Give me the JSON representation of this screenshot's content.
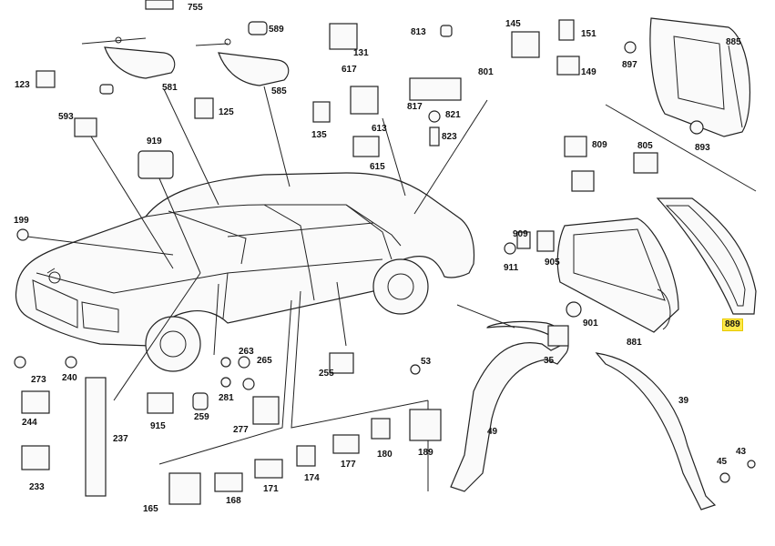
{
  "labels": {
    "l755": "755",
    "l589": "589",
    "l813": "813",
    "l145": "145",
    "l151": "151",
    "l885": "885",
    "l131": "131",
    "l897": "897",
    "l801": "801",
    "l149": "149",
    "l617": "617",
    "l123": "123",
    "l581": "581",
    "l585": "585",
    "l125": "125",
    "l817": "817",
    "l821": "821",
    "l593": "593",
    "l135": "135",
    "l613": "613",
    "l823": "823",
    "l809": "809",
    "l893": "893",
    "l919": "919",
    "l615": "615",
    "l805": "805",
    "l199": "199",
    "l909": "909",
    "l911": "911",
    "l905": "905",
    "l901": "901",
    "l889": "889",
    "l881": "881",
    "l263": "263",
    "l273": "273",
    "l240": "240",
    "l265": "265",
    "l53": "53",
    "l35": "35",
    "l255": "255",
    "l281": "281",
    "l244": "244",
    "l915": "915",
    "l259": "259",
    "l277": "277",
    "l39": "39",
    "l237": "237",
    "l49": "49",
    "l189": "189",
    "l177": "177",
    "l180": "180",
    "l43": "43",
    "l45": "45",
    "l233": "233",
    "l174": "174",
    "l171": "171",
    "l168": "168",
    "l165": "165"
  },
  "highlight_color": "#ffe94a"
}
